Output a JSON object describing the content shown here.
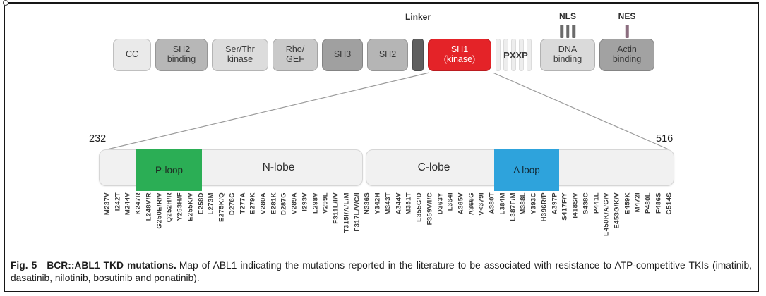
{
  "figure": {
    "domain_row": {
      "segments": [
        {
          "id": "cc",
          "label": "CC",
          "width": 54,
          "fill": "#eaeaea"
        },
        {
          "id": "sh2-binding",
          "label": "SH2\nbinding",
          "width": 74,
          "fill": "#b7b7b7"
        },
        {
          "id": "ser-thr-kinase",
          "label": "Ser/Thr\nkinase",
          "width": 80,
          "fill": "#dcdcdc"
        },
        {
          "id": "rho-gef",
          "label": "Rho/\nGEF",
          "width": 64,
          "fill": "#c9c9c9"
        },
        {
          "id": "sh3",
          "label": "SH3",
          "width": 58,
          "fill": "#a0a0a0"
        },
        {
          "id": "sh2",
          "label": "SH2",
          "width": 58,
          "fill": "#b5b5b5"
        },
        {
          "id": "linker",
          "type": "linker",
          "label": "",
          "width": 16,
          "fill": "#5f5f5f",
          "top_label": "Linker",
          "top_label_offset": 25
        },
        {
          "id": "sh1-kinase",
          "label": "SH1\n(kinase)",
          "width": 90,
          "fill": "#e42328",
          "text_color": "#ffffff"
        },
        {
          "id": "pxxp",
          "type": "stripes",
          "label": "PXXP",
          "width": 57,
          "stripe_count": 5
        },
        {
          "id": "dna-binding",
          "label": "DNA\nbinding",
          "width": 78,
          "fill": "#dadada",
          "top_label": "NLS",
          "top_label_offset": 26,
          "ticks": {
            "count": 3,
            "color": "#6b6b6b",
            "name": "nls-ticks"
          }
        },
        {
          "id": "actin-binding",
          "label": "Actin\nbinding",
          "width": 78,
          "fill": "#a2a2a2",
          "top_label": "NES",
          "top_label_offset": 26,
          "ticks": {
            "count": 1,
            "color": "#8b6d7f",
            "name": "nes-tick"
          }
        }
      ]
    },
    "kinase_bar": {
      "start_residue": "232",
      "end_residue": "516",
      "n_lobe": "N-lobe",
      "c_lobe": "C-lobe",
      "p_loop": "P-loop",
      "a_loop": "A loop",
      "p_loop_color": "#2bae55",
      "a_loop_color": "#2ea3dc"
    },
    "mutations": [
      "M237V",
      "I242T",
      "M244V",
      "K247R",
      "L248V/R",
      "G250E/R/V",
      "Q252H/R",
      "Y253H/F",
      "E255K/V",
      "E258D",
      "L273M",
      "E275K/Q",
      "D276G",
      "T277A",
      "E279K",
      "V280A",
      "E281K",
      "D287G",
      "V289A",
      "I293V",
      "L298V",
      "V299L",
      "F311L/I/V",
      "T315I/A/L/M",
      "F317L/V/C/I",
      "N336S",
      "Y342H",
      "M343T",
      "A344V",
      "M351T",
      "E355G/D",
      "F359V/I/C",
      "D363Y",
      "L364I",
      "A365V",
      "A366G",
      "V<379I",
      "A380T",
      "L384M",
      "L387F/M",
      "M388L",
      "Y393C",
      "H396R/P",
      "A397P",
      "S417F/Y",
      "I418S/V",
      "S438C",
      "P441L",
      "E450K/A/G/V",
      "E453G/K/V",
      "E459K",
      "M472I",
      "P480L",
      "F486S",
      "G514S"
    ],
    "caption": {
      "fig_label": "Fig. 5",
      "title": "BCR::ABL1 TKD mutations.",
      "body": "Map of ABL1 indicating the mutations reported in the literature to be associated with resistance to ATP-competitive TKIs (imatinib, dasatinib, nilotinib, bosutinib and ponatinib)."
    }
  }
}
